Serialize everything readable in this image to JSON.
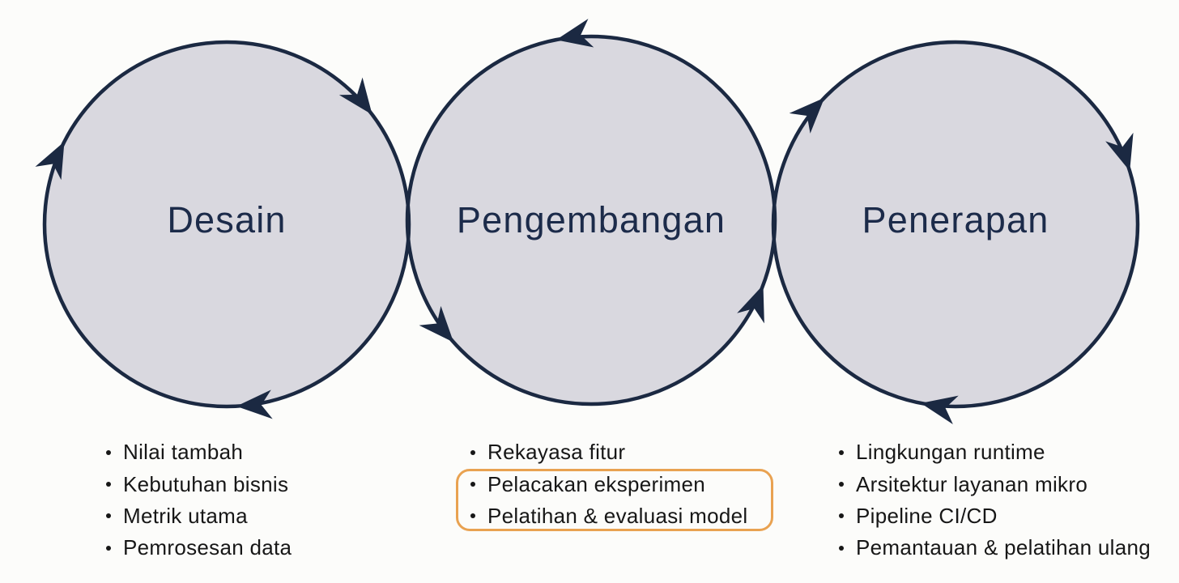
{
  "colors": {
    "background": "#fcfcfa",
    "circle_fill": "#d9d8df",
    "outline": "#1b2942",
    "title_text": "#1c2b4a",
    "list_text": "#171717",
    "highlight_border": "#e9a251"
  },
  "diagram": {
    "type": "cycle-diagram",
    "topic": "MLOps lifecycle (Indonesian)",
    "stages": [
      {
        "title": "Desain",
        "arrow_direction": "clockwise",
        "items": [
          "Nilai tambah",
          "Kebutuhan bisnis",
          "Metrik utama",
          "Pemrosesan data"
        ]
      },
      {
        "title": "Pengembangan",
        "arrow_direction": "counter-clockwise",
        "items": [
          "Rekayasa fitur",
          "Pelacakan eksperimen",
          "Pelatihan & evaluasi model"
        ],
        "highlighted_items": [
          "Pelacakan eksperimen",
          "Pelatihan & evaluasi model"
        ]
      },
      {
        "title": "Penerapan",
        "arrow_direction": "clockwise",
        "items": [
          "Lingkungan runtime",
          "Arsitektur layanan mikro",
          "Pipeline CI/CD",
          "Pemantauan & pelatihan ulang"
        ]
      }
    ]
  }
}
